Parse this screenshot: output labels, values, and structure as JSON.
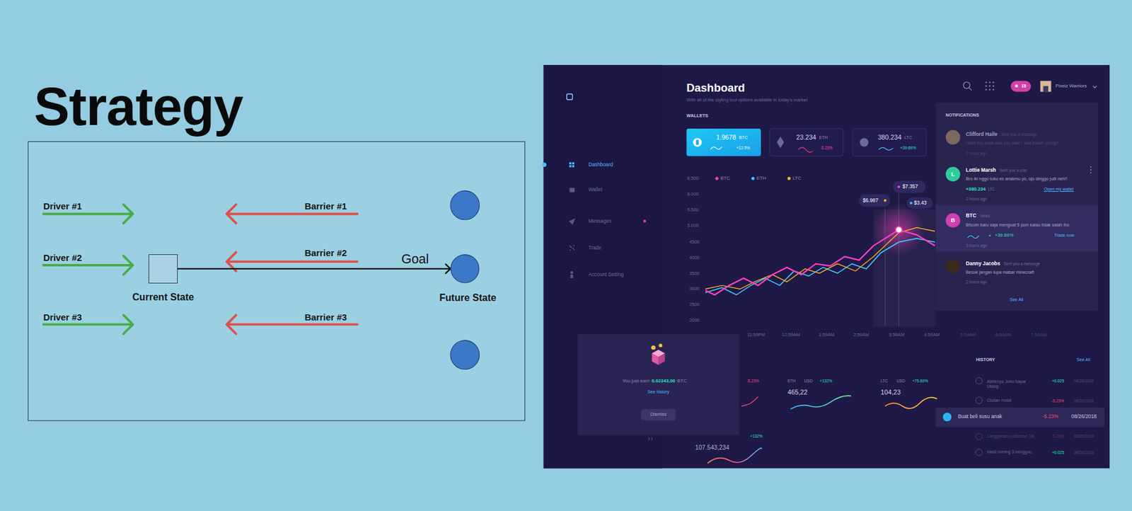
{
  "diagram": {
    "title": "Strategy",
    "nodes": [
      {
        "text": [
          "Current State"
        ]
      },
      {
        "text": [
          "Future State"
        ]
      }
    ],
    "edges": [
      {
        "from": 0,
        "to": 1,
        "label": "Goal",
        "arrow": "to"
      }
    ],
    "labels": [
      "Driver #1",
      "Barrier #1",
      "Driver #2",
      "Barrier #2",
      "Driver #3",
      "Barrier #3",
      "Dashboard",
      "With all of the styling tool options available in today's market",
      "WALLETS",
      "1.9678",
      "BTC",
      "+12.5%",
      "23.234",
      "ETH",
      "-5.23%",
      "380.234",
      "LTC",
      "+39.69%",
      "BTC",
      "ETH",
      "LTC",
      "6.500",
      "6.000",
      "5.500",
      "5.000",
      "4500",
      "4000",
      "3500",
      "3000",
      "2500",
      "2000",
      "$6.987",
      "$7.357",
      "$3.43",
      "11:59PM",
      "12:59AM",
      "1:59AM",
      "2:59AM",
      "3:59AM",
      "4:59AM",
      "5:59AM",
      "6:59AM",
      "7:59AM",
      "Dashboard",
      "Wallet",
      "Messages",
      "Trade",
      "Account Setting",
      "15",
      "Pixelz Warriors",
      "NOTIFICATIONS",
      "Clifford Haile",
      "Sent you a message",
      "Hallo bro anak wes pro saiki? wes kuliah urung?...",
      "2 hours ago",
      "Lottie Marsh",
      "Sent you a coin",
      "Bro iki nggo tuku es anakmu yo, ojo dinggo judi neh!!",
      "+380.234",
      "LTC",
      "Open my wallet",
      "3 hours ago",
      "L",
      "BTC",
      "News",
      "Bitcoin baru saja menguat 5 poin kalau tidak salah iho",
      "+39.69%",
      "Trade now",
      "3 hours ago",
      "B",
      "Danny Jacobs",
      "Sent you a message",
      "Besok jangan lupa mabar minecraft",
      "2 hours ago",
      "See All",
      "You just earn",
      "0.02343,00",
      "BTC",
      "See history",
      "Dismiss",
      "-5.23%",
      "ETH",
      "USD",
      "+132%",
      "465,22",
      "LTC",
      "USD",
      "+75.69%",
      "104,23",
      "+132%",
      "107.543,234",
      "HISTORY",
      "See All",
      "Akhirnya Joko bayar Utang",
      "+0.025",
      "08/26/2018",
      "Cicilan mobil",
      "-5.23%",
      "08/26/2018",
      "Buat beli susu anak",
      "-5.23%",
      "08/26/2018",
      "Langganan indihome OK",
      "-5.23%",
      "08/26/2018",
      "Hasil mining 3 mingguu",
      "+0.025",
      "08/26/2018"
    ]
  }
}
